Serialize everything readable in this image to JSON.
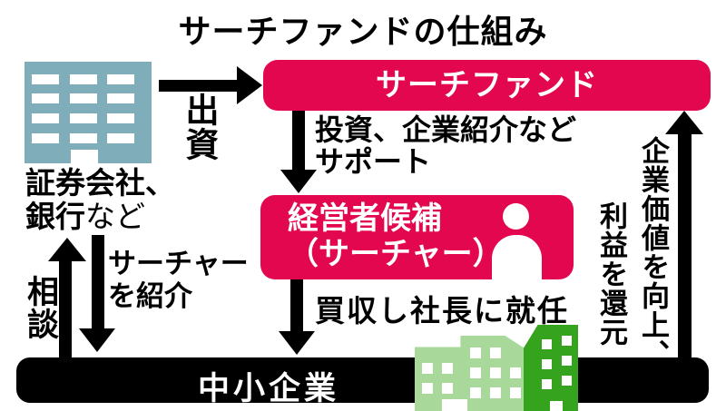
{
  "title": "サーチファンドの仕組み",
  "colors": {
    "accent_red": "#e2074e",
    "building_blue": "#7fadb9",
    "building_green_light": "#a9d89b",
    "building_green_dark": "#36a31e",
    "bar_black": "#000000"
  },
  "nodes": {
    "investors": {
      "line1": "証券会社、",
      "line2_bold": "銀行",
      "line2_regular": "など"
    },
    "search_fund": {
      "label": "サーチファンド"
    },
    "searcher": {
      "line1": "経営者候補",
      "line2": "（サーチャー）"
    },
    "sme": {
      "label": "中小企業"
    }
  },
  "edges": {
    "invest": {
      "label": "出資"
    },
    "support": {
      "line1": "投資、企業紹介など",
      "line2": "サポート"
    },
    "acquire": {
      "label": "買収し社長に就任"
    },
    "consult": {
      "label": "相談"
    },
    "introduce": {
      "line1": "サーチャー",
      "line2": "を紹介"
    },
    "returns": {
      "col1": "企業価値を向上、",
      "col2": "利益を還元"
    }
  },
  "icons": {
    "investors_building": "office-building-icon",
    "searcher_person": "person-icon",
    "sme_buildings": "company-buildings-icon"
  }
}
